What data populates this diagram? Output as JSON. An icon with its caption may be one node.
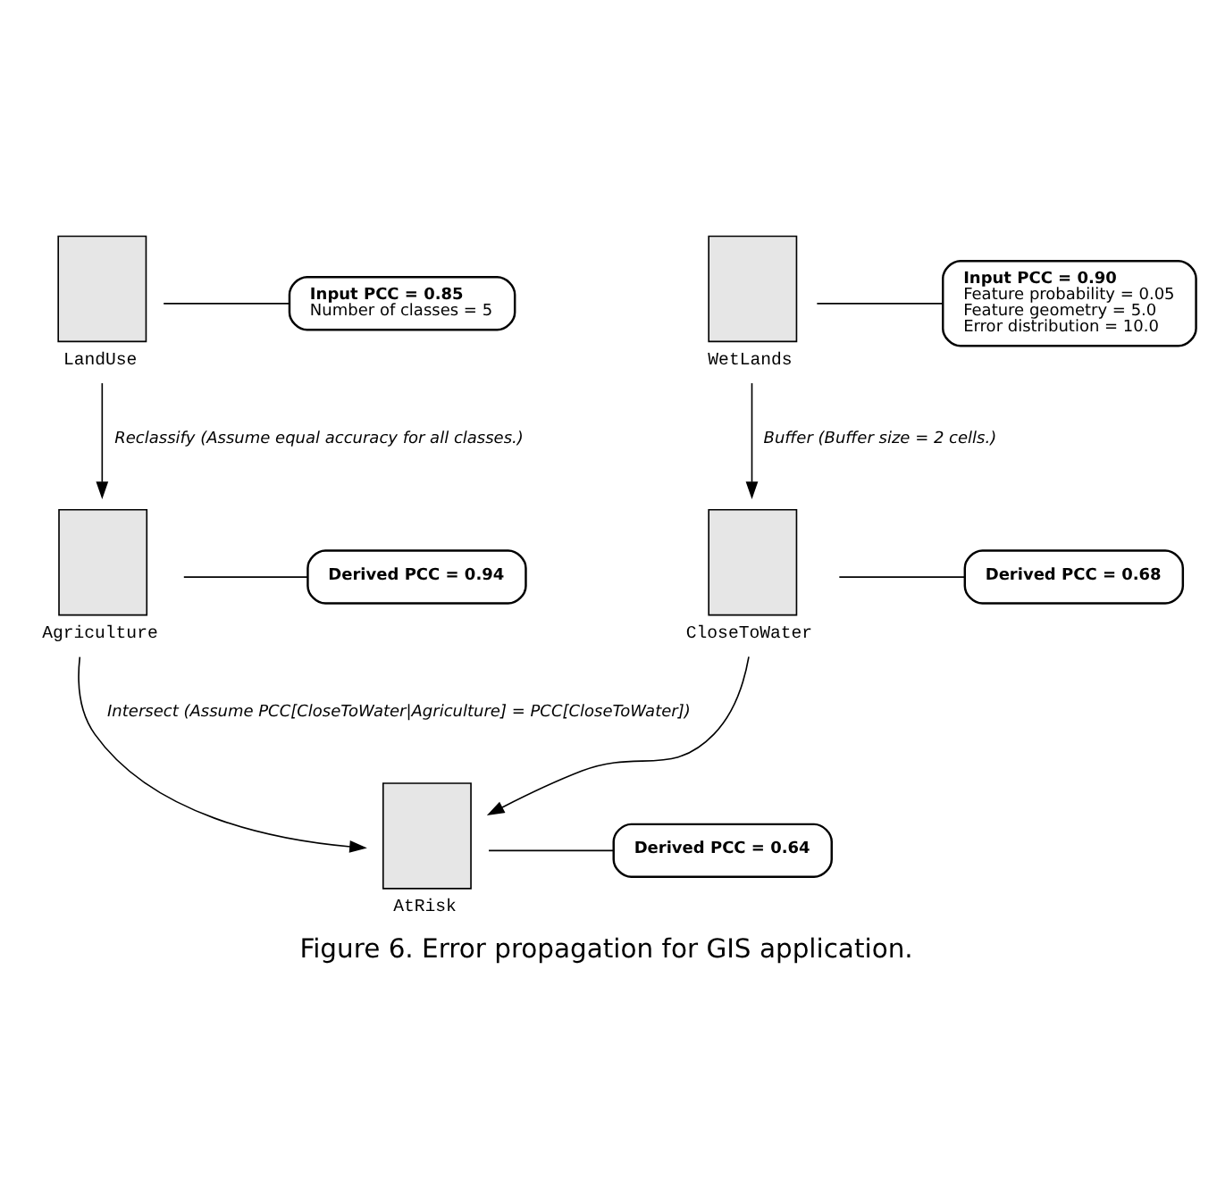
{
  "diagram": {
    "caption": "Figure 6. Error propagation for GIS application.",
    "nodes": [
      {
        "text": [
          "LandUse"
        ]
      },
      {
        "text": [
          "Input PCC = 0.85",
          "Number of classes = 5"
        ]
      },
      {
        "text": [
          "WetLands"
        ]
      },
      {
        "text": [
          "Input PCC = 0.90",
          "Feature probability = 0.05",
          "Feature geometry = 5.0",
          "Error distribution = 10.0"
        ]
      },
      {
        "text": [
          "Agriculture"
        ]
      },
      {
        "text": [
          "Derived PCC = 0.94"
        ]
      },
      {
        "text": [
          "CloseToWater"
        ]
      },
      {
        "text": [
          "Derived PCC = 0.68"
        ]
      },
      {
        "text": [
          "AtRisk"
        ]
      },
      {
        "text": [
          "Derived PCC = 0.64"
        ]
      }
    ],
    "edges": [
      {
        "from": 0,
        "to": 1,
        "arrow": "none"
      },
      {
        "from": 2,
        "to": 3,
        "arrow": "none"
      },
      {
        "from": 0,
        "to": 4,
        "arrow": "to",
        "label": "Reclassify (Assume equal accuracy for all classes.)"
      },
      {
        "from": 2,
        "to": 6,
        "arrow": "to",
        "label": "Buffer (Buffer size = 2 cells.)"
      },
      {
        "from": 4,
        "to": 5,
        "arrow": "none"
      },
      {
        "from": 6,
        "to": 7,
        "arrow": "none"
      },
      {
        "from": 4,
        "to": 8,
        "arrow": "to",
        "label": "Intersect (Assume PCC[CloseToWater|Agriculture] = PCC[CloseToWater])"
      },
      {
        "from": 6,
        "to": 8,
        "arrow": "to"
      },
      {
        "from": 8,
        "to": 9,
        "arrow": "none"
      }
    ]
  }
}
